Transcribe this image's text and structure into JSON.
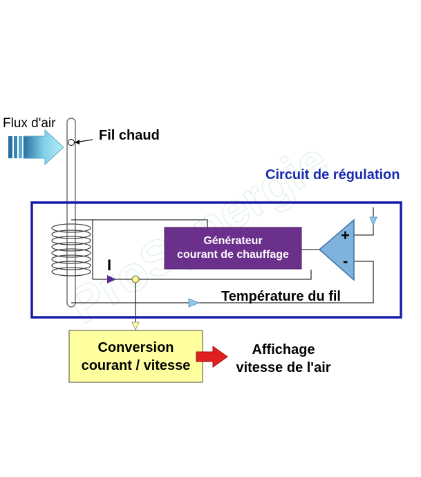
{
  "labels": {
    "air_flow": "Flux d'air",
    "hot_wire": "Fil chaud",
    "regulation_circuit": "Circuit de régulation",
    "generator_line1": "Générateur",
    "generator_line2": "courant de chauffage",
    "plus": "+",
    "minus": "-",
    "current": "I",
    "wire_temperature": "Température du fil",
    "conversion_line1": "Conversion",
    "conversion_line2": "courant / vitesse",
    "display_line1": "Affichage",
    "display_line2": "vitesse de l'air",
    "watermark": "ProSynergie"
  },
  "colors": {
    "regulation_border": "#1a1aaa",
    "regulation_title": "#1a2ab0",
    "generator_fill": "#6b2f8c",
    "generator_text": "#ffffff",
    "amplifier_fill": "#7fb3dd",
    "amplifier_stroke": "#3b6fa8",
    "conversion_fill": "#ffffa0",
    "arrow_red": "#e02020",
    "air_arrow": "#7fd0ea",
    "node_fill": "#ffff80",
    "current_arrow": "#5a2a9a",
    "signal_arrow": "#8fc8ef"
  }
}
